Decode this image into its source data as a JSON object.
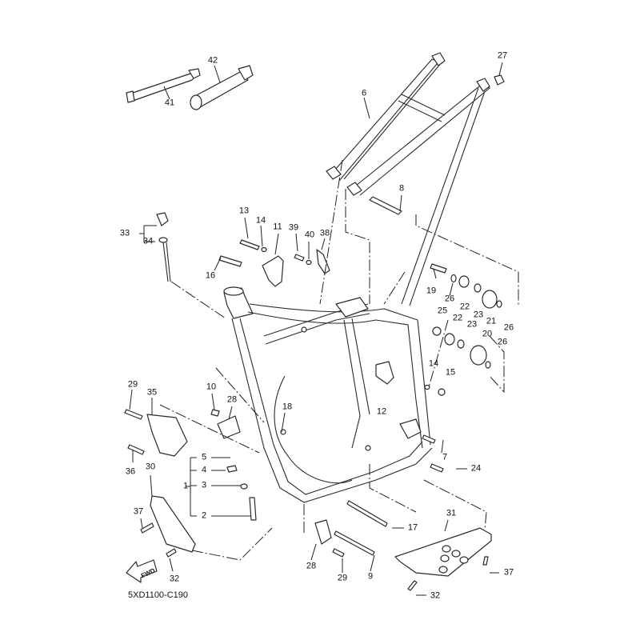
{
  "diagram": {
    "title": "Frame parts diagram",
    "code": "5XD1100-C190",
    "fwd_label": "FWD",
    "callouts": [
      {
        "id": "c1",
        "label": "1"
      },
      {
        "id": "c2",
        "label": "2"
      },
      {
        "id": "c3",
        "label": "3"
      },
      {
        "id": "c4",
        "label": "4"
      },
      {
        "id": "c5",
        "label": "5"
      },
      {
        "id": "c6",
        "label": "6"
      },
      {
        "id": "c7",
        "label": "7"
      },
      {
        "id": "c8",
        "label": "8"
      },
      {
        "id": "c9",
        "label": "9"
      },
      {
        "id": "c10",
        "label": "10"
      },
      {
        "id": "c11",
        "label": "11"
      },
      {
        "id": "c12",
        "label": "12"
      },
      {
        "id": "c13",
        "label": "13"
      },
      {
        "id": "c14a",
        "label": "14"
      },
      {
        "id": "c14b",
        "label": "14"
      },
      {
        "id": "c15",
        "label": "15"
      },
      {
        "id": "c16",
        "label": "16"
      },
      {
        "id": "c17",
        "label": "17"
      },
      {
        "id": "c18",
        "label": "18"
      },
      {
        "id": "c19",
        "label": "19"
      },
      {
        "id": "c20",
        "label": "20"
      },
      {
        "id": "c21",
        "label": "21"
      },
      {
        "id": "c22a",
        "label": "22"
      },
      {
        "id": "c22b",
        "label": "22"
      },
      {
        "id": "c23a",
        "label": "23"
      },
      {
        "id": "c23b",
        "label": "23"
      },
      {
        "id": "c24",
        "label": "24"
      },
      {
        "id": "c25",
        "label": "25"
      },
      {
        "id": "c26a",
        "label": "26"
      },
      {
        "id": "c26b",
        "label": "26"
      },
      {
        "id": "c26c",
        "label": "26"
      },
      {
        "id": "c27",
        "label": "27"
      },
      {
        "id": "c28a",
        "label": "28"
      },
      {
        "id": "c28b",
        "label": "28"
      },
      {
        "id": "c29a",
        "label": "29"
      },
      {
        "id": "c29b",
        "label": "29"
      },
      {
        "id": "c30",
        "label": "30"
      },
      {
        "id": "c31",
        "label": "31"
      },
      {
        "id": "c32a",
        "label": "32"
      },
      {
        "id": "c32b",
        "label": "32"
      },
      {
        "id": "c33",
        "label": "33"
      },
      {
        "id": "c34",
        "label": "34"
      },
      {
        "id": "c35",
        "label": "35"
      },
      {
        "id": "c36",
        "label": "36"
      },
      {
        "id": "c37a",
        "label": "37"
      },
      {
        "id": "c37b",
        "label": "37"
      },
      {
        "id": "c38",
        "label": "38"
      },
      {
        "id": "c39",
        "label": "39"
      },
      {
        "id": "c40",
        "label": "40"
      },
      {
        "id": "c41",
        "label": "41"
      },
      {
        "id": "c42",
        "label": "42"
      }
    ]
  }
}
